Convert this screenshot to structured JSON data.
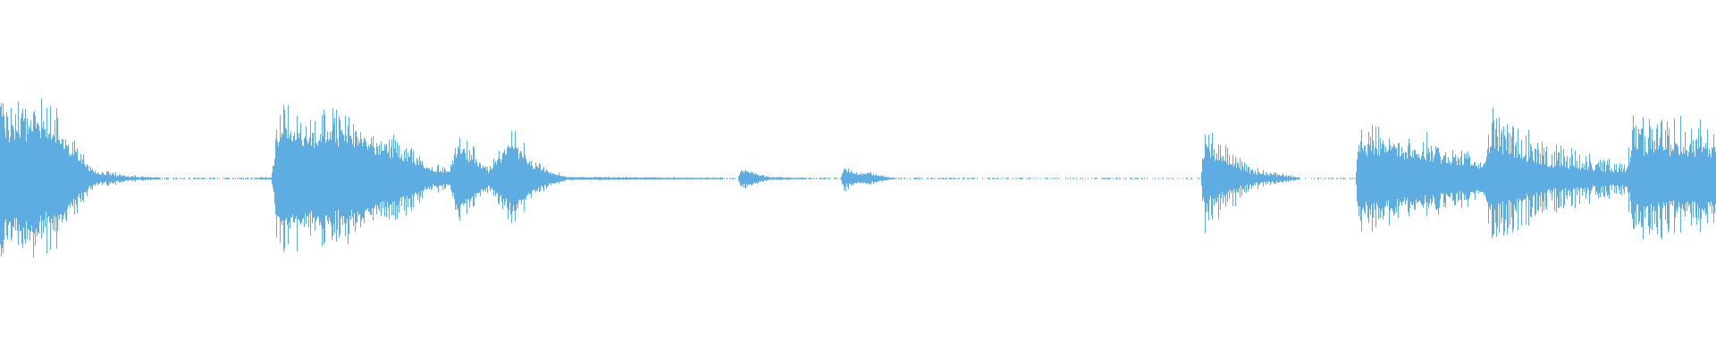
{
  "waveform": {
    "color": "#5dade2",
    "background": "#ffffff",
    "amplitude_profile": [
      {
        "t": 0.0,
        "peak": 0.42,
        "body": 0.3
      },
      {
        "t": 0.03,
        "peak": 0.4,
        "body": 0.28
      },
      {
        "t": 0.045,
        "peak": 0.2,
        "body": 0.12
      },
      {
        "t": 0.055,
        "peak": 0.05,
        "body": 0.03
      },
      {
        "t": 0.075,
        "peak": 0.02,
        "body": 0.01
      },
      {
        "t": 0.095,
        "peak": 0.005,
        "body": 0.003
      },
      {
        "t": 0.13,
        "peak": 0.005,
        "body": 0.002
      },
      {
        "t": 0.158,
        "peak": 0.008,
        "body": 0.005
      },
      {
        "t": 0.162,
        "peak": 0.4,
        "body": 0.26
      },
      {
        "t": 0.2,
        "peak": 0.36,
        "body": 0.24
      },
      {
        "t": 0.235,
        "peak": 0.22,
        "body": 0.14
      },
      {
        "t": 0.25,
        "peak": 0.08,
        "body": 0.05
      },
      {
        "t": 0.262,
        "peak": 0.06,
        "body": 0.04
      },
      {
        "t": 0.266,
        "peak": 0.28,
        "body": 0.18
      },
      {
        "t": 0.285,
        "peak": 0.06,
        "body": 0.04
      },
      {
        "t": 0.298,
        "peak": 0.28,
        "body": 0.2
      },
      {
        "t": 0.312,
        "peak": 0.1,
        "body": 0.06
      },
      {
        "t": 0.33,
        "peak": 0.01,
        "body": 0.008
      },
      {
        "t": 0.43,
        "peak": 0.005,
        "body": 0.003
      },
      {
        "t": 0.432,
        "peak": 0.06,
        "body": 0.05
      },
      {
        "t": 0.448,
        "peak": 0.01,
        "body": 0.005
      },
      {
        "t": 0.49,
        "peak": 0.004,
        "body": 0.002
      },
      {
        "t": 0.492,
        "peak": 0.07,
        "body": 0.05
      },
      {
        "t": 0.5,
        "peak": 0.03,
        "body": 0.02
      },
      {
        "t": 0.505,
        "peak": 0.04,
        "body": 0.03
      },
      {
        "t": 0.52,
        "peak": 0.005,
        "body": 0.003
      },
      {
        "t": 0.7,
        "peak": 0.004,
        "body": 0.002
      },
      {
        "t": 0.702,
        "peak": 0.28,
        "body": 0.16
      },
      {
        "t": 0.73,
        "peak": 0.06,
        "body": 0.03
      },
      {
        "t": 0.76,
        "peak": 0.004,
        "body": 0.002
      },
      {
        "t": 0.79,
        "peak": 0.004,
        "body": 0.002
      },
      {
        "t": 0.792,
        "peak": 0.28,
        "body": 0.18
      },
      {
        "t": 0.83,
        "peak": 0.24,
        "body": 0.14
      },
      {
        "t": 0.865,
        "peak": 0.12,
        "body": 0.07
      },
      {
        "t": 0.868,
        "peak": 0.38,
        "body": 0.2
      },
      {
        "t": 0.9,
        "peak": 0.2,
        "body": 0.08
      },
      {
        "t": 0.948,
        "peak": 0.08,
        "body": 0.04
      },
      {
        "t": 0.952,
        "peak": 0.32,
        "body": 0.18
      },
      {
        "t": 1.0,
        "peak": 0.3,
        "body": 0.18
      }
    ]
  }
}
